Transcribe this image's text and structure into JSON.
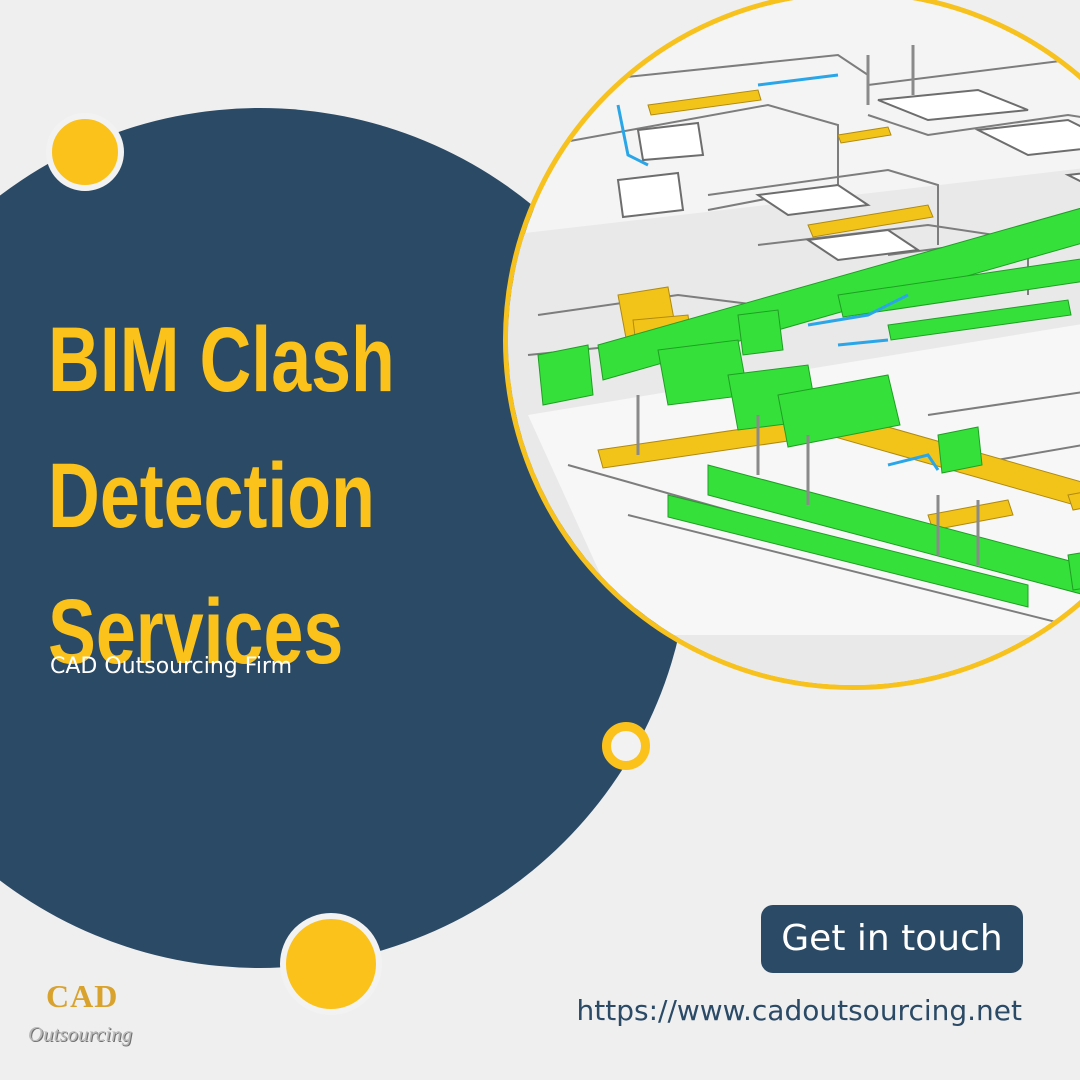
{
  "headline": {
    "line1": "BIM Clash",
    "line2": "Detection",
    "line3": "Services"
  },
  "subtitle": "CAD Outsourcing Firm",
  "cta_label": "Get in touch",
  "website_url": "https://www.cadoutsourcing.net",
  "logo": {
    "top_text": "CAD",
    "bottom_text": "Outsourcing"
  },
  "colors": {
    "navy": "#2b4a66",
    "yellow": "#fbc21c",
    "background": "#efefef",
    "pipe_green": "#35e03a",
    "pipe_yellow": "#f2c41a"
  },
  "image_subject": "bim-mep-3d-model"
}
